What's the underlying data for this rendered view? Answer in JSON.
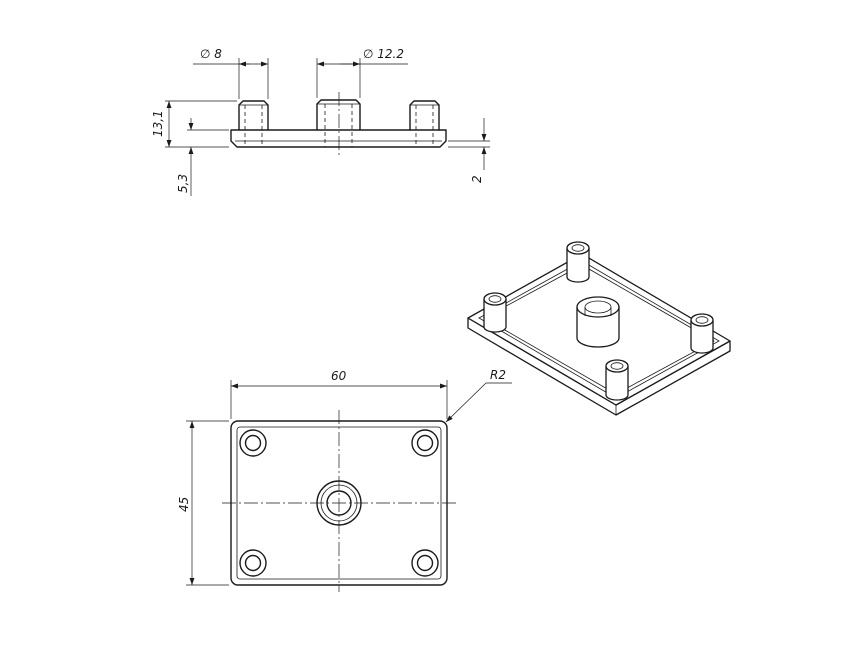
{
  "dimensions": {
    "pin_diameter": "∅ 8",
    "center_boss_diameter": "∅ 12.2",
    "overall_height": "13,1",
    "plate_offset": "5,3",
    "plate_thickness": "2",
    "width": "60",
    "height": "45",
    "corner_radius": "R2"
  }
}
